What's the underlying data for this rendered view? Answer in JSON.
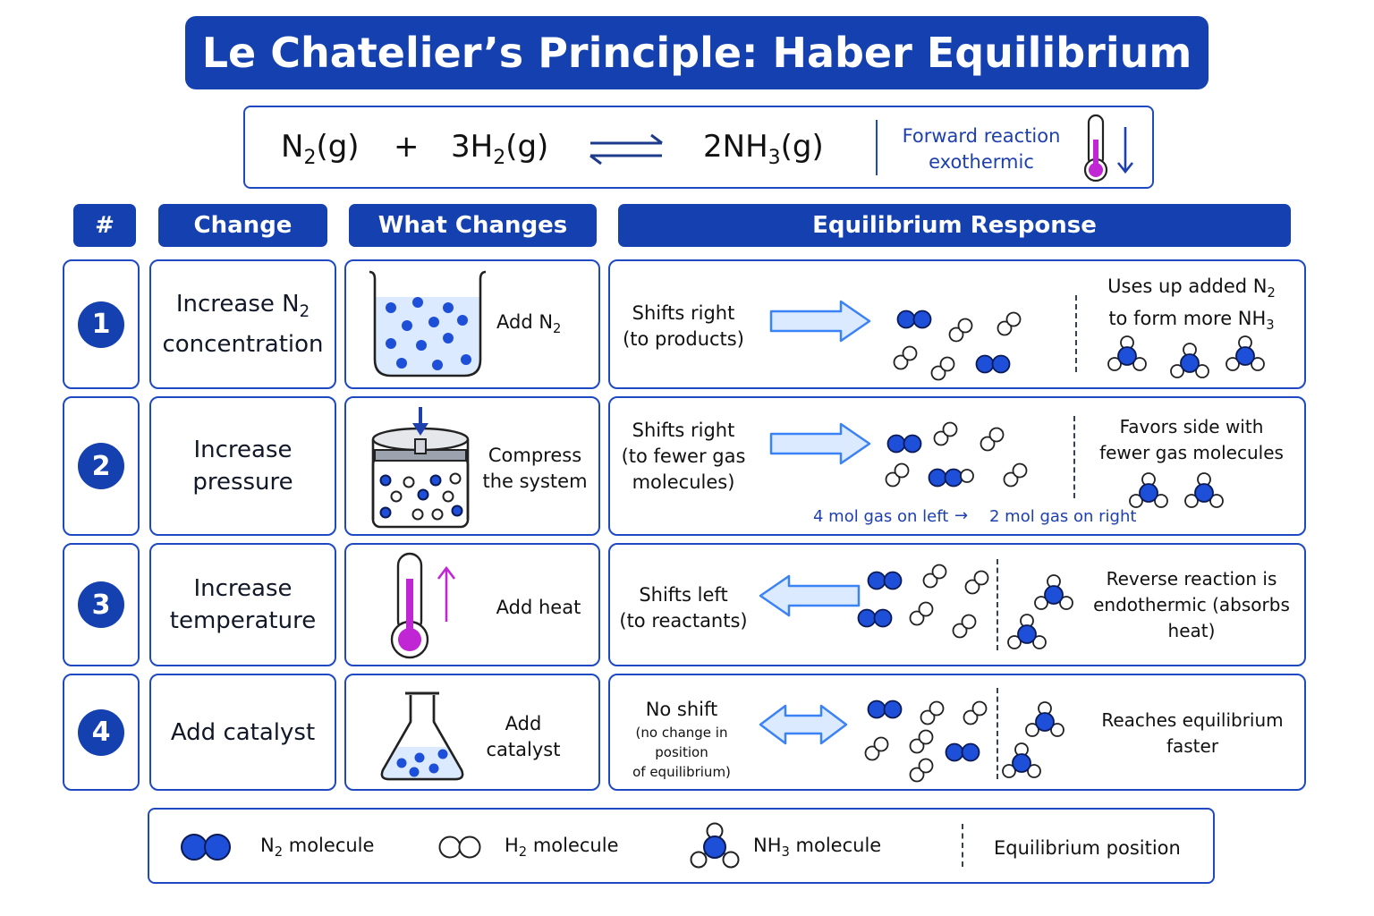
{
  "title": "Le Chatelier’s Principle: Haber Equilibrium",
  "equation": {
    "reactant1": {
      "base": "N",
      "sub": "2",
      "state": "(g)"
    },
    "plus": "+",
    "reactant2": {
      "base": "3H",
      "sub": "2",
      "state": "(g)"
    },
    "product": {
      "base": "2NH",
      "sub": "3",
      "state": "(g)"
    },
    "note_line1": "Forward reaction",
    "note_line2": "exothermic",
    "thermometer_icon": "thermometer-icon",
    "arrow_icon": "arrow-down-icon"
  },
  "headers": {
    "num": "#",
    "change": "Change",
    "what": "What Changes",
    "response": "Equilibrium Response"
  },
  "rows": [
    {
      "num": "1",
      "change_line1": "Increase N",
      "change_sub": "2",
      "change_line2": "concentration",
      "what_base": "Add N",
      "what_sub": "2",
      "shift_line1": "Shifts right",
      "shift_line2": "(to products)",
      "explain_line1_base": "Uses up added N",
      "explain_line1_sub": "2",
      "explain_line2_base": "to form more NH",
      "explain_line2_sub": "3",
      "icon": "beaker-icon"
    },
    {
      "num": "2",
      "change_line1": "Increase",
      "change_line2": "pressure",
      "what_line1": "Compress",
      "what_line2": "the system",
      "shift_line1": "Shifts right",
      "shift_line2": "(to fewer gas",
      "shift_line3": "molecules)",
      "explain_line1": "Favors side with",
      "explain_line2": "fewer gas molecules",
      "mol_left": "4 mol gas on left",
      "mol_arrow": "→",
      "mol_right": "2 mol gas on right",
      "icon": "piston-cylinder-icon"
    },
    {
      "num": "3",
      "change_line1": "Increase",
      "change_line2": "temperature",
      "what_line1": "Add heat",
      "shift_line1": "Shifts left",
      "shift_line2": "(to reactants)",
      "explain_line1": "Reverse reaction is",
      "explain_line2": "endothermic (absorbs heat)",
      "icon": "thermometer-up-icon"
    },
    {
      "num": "4",
      "change_line1": "Add catalyst",
      "what_line1": "Add",
      "what_line2": "catalyst",
      "shift_line1": "No shift",
      "shift_line2": "(no change in position",
      "shift_line3": "of equilibrium)",
      "explain_line1": "Reaches equilibrium",
      "explain_line2": "faster",
      "icon": "flask-icon"
    }
  ],
  "legend": {
    "n2_base": "N",
    "n2_sub": "2",
    "n2_rest": " molecule",
    "h2_base": "H",
    "h2_sub": "2",
    "h2_rest": " molecule",
    "nh3_base": "NH",
    "nh3_sub": "3",
    "nh3_rest": " molecule",
    "eq_pos": "Equilibrium position"
  },
  "colors": {
    "primary": "#1540b0",
    "border": "#1e49c0",
    "accent_text": "#1e40af",
    "molecule_blue": "#1d4fd8",
    "heat_magenta": "#c026d3",
    "arrow_fill": "#dbeafe",
    "arrow_stroke": "#3b82f6"
  }
}
